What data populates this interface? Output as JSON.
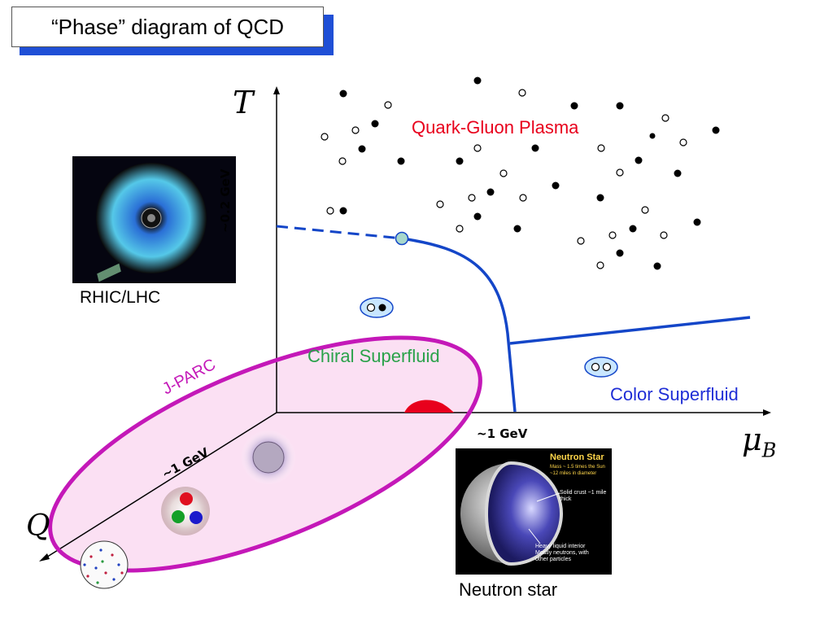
{
  "title": "“Phase” diagram of QCD",
  "axes": {
    "t_label": "T",
    "mu_label": "μ",
    "mu_sub": "B",
    "q_label": "Q",
    "t_tick": "~0.2 GeV",
    "mu_tick": "~1 GeV",
    "q_tick": "~1 GeV"
  },
  "phases": {
    "qgp": "Quark-Gluon Plasma",
    "chiral": "Chiral Superfluid",
    "color": "Color Superfluid"
  },
  "labels": {
    "jparc": "J-PARC",
    "rhic": "RHIC/LHC",
    "neutron_star": "Neutron star"
  },
  "neutron_star_image": {
    "title": "Neutron Star",
    "subtitle": "Mass ~ 1.5 times the Sun ~12 miles in diameter",
    "crust": "Solid crust ~1 mile thick",
    "core": "Heavy liquid interior Mostly neutrons, with other particles"
  },
  "colors": {
    "phase_line": "#1446c8",
    "qgp_text": "#e8001c",
    "chiral_text": "#2aa24a",
    "jparc": "#c418b8",
    "title_shadow": "#1f4fd6"
  }
}
